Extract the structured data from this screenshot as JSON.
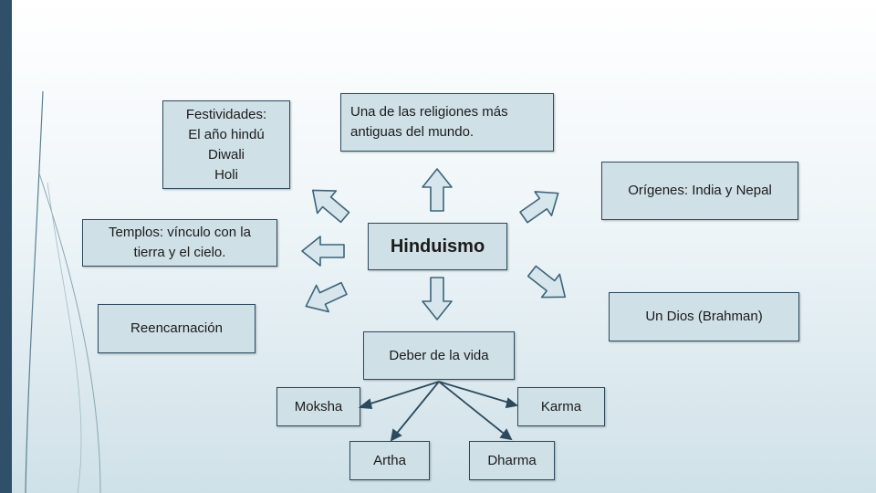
{
  "slide": {
    "center": "Hinduismo",
    "top": [
      "Una de las religiones más",
      "antiguas del mundo."
    ],
    "origins": "Orígenes: India y Nepal",
    "god": "Un Dios (Brahman)",
    "festivals": [
      "Festividades:",
      "El año hindú",
      "Diwali",
      "Holi"
    ],
    "temples": [
      "Templos: vínculo con la",
      "tierra y el cielo."
    ],
    "reincarnation": "Reencarnación",
    "duty": "Deber de la vida",
    "moksha": "Moksha",
    "karma": "Karma",
    "artha": "Artha",
    "dharma": "Dharma"
  },
  "colors": {
    "box_fill": "#cfe0e7",
    "box_border": "#2c4a5e",
    "arrow_fill": "#d6e6ec",
    "arrow_stroke": "#3d6478",
    "left_bar": "#2f5068"
  }
}
